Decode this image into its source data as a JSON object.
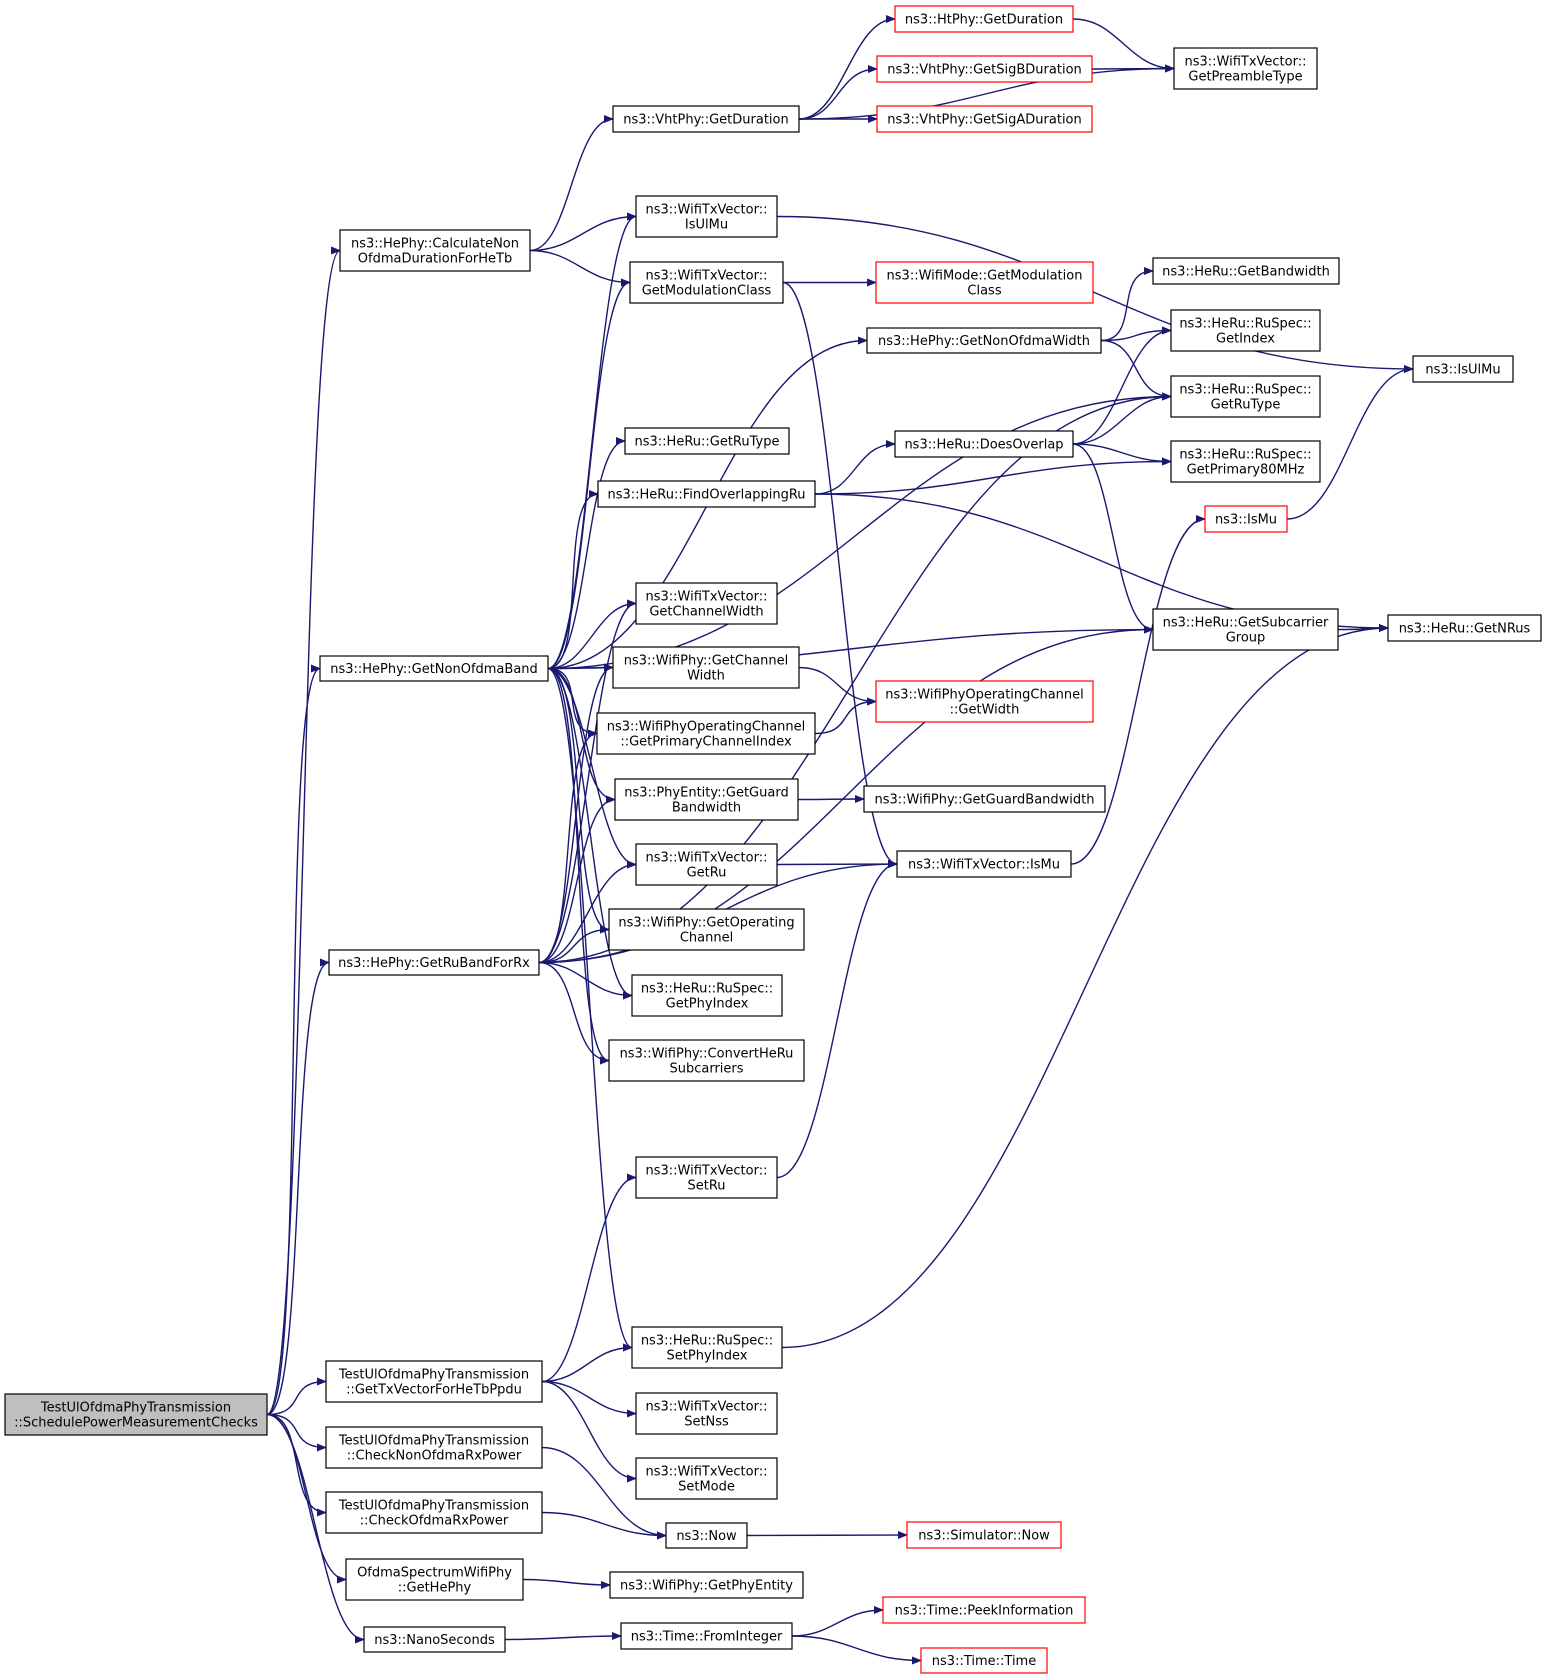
{
  "graph": {
    "nodes": [
      {
        "id": "root",
        "lines": [
          "TestUlOfdmaPhyTransmission",
          "::SchedulePowerMeasurementChecks"
        ],
        "style": "root"
      },
      {
        "id": "calcNonOfdma",
        "lines": [
          "ns3::HePhy::CalculateNon",
          "OfdmaDurationForHeTb"
        ],
        "style": "normal"
      },
      {
        "id": "getNonOfdmaBand",
        "lines": [
          "ns3::HePhy::GetNonOfdmaBand"
        ],
        "style": "normal"
      },
      {
        "id": "getRuBandForRx",
        "lines": [
          "ns3::HePhy::GetRuBandForRx"
        ],
        "style": "normal"
      },
      {
        "id": "getTxVectorForHeTbPpdu",
        "lines": [
          "TestUlOfdmaPhyTransmission",
          "::GetTxVectorForHeTbPpdu"
        ],
        "style": "normal"
      },
      {
        "id": "checkNonOfdmaRxPower",
        "lines": [
          "TestUlOfdmaPhyTransmission",
          "::CheckNonOfdmaRxPower"
        ],
        "style": "normal"
      },
      {
        "id": "checkOfdmaRxPower",
        "lines": [
          "TestUlOfdmaPhyTransmission",
          "::CheckOfdmaRxPower"
        ],
        "style": "normal"
      },
      {
        "id": "getHePhy",
        "lines": [
          "OfdmaSpectrumWifiPhy",
          "::GetHePhy"
        ],
        "style": "normal"
      },
      {
        "id": "nanoSeconds",
        "lines": [
          "ns3::NanoSeconds"
        ],
        "style": "normal"
      },
      {
        "id": "vhtGetDuration",
        "lines": [
          "ns3::VhtPhy::GetDuration"
        ],
        "style": "normal"
      },
      {
        "id": "txvIsUlMu",
        "lines": [
          "ns3::WifiTxVector::",
          "IsUlMu"
        ],
        "style": "normal"
      },
      {
        "id": "txvGetModClass",
        "lines": [
          "ns3::WifiTxVector::",
          "GetModulationClass"
        ],
        "style": "normal"
      },
      {
        "id": "getNonOfdmaWidth",
        "lines": [
          "ns3::HePhy::GetNonOfdmaWidth"
        ],
        "style": "normal"
      },
      {
        "id": "heRuGetRuType",
        "lines": [
          "ns3::HeRu::GetRuType"
        ],
        "style": "normal"
      },
      {
        "id": "findOverlappingRu",
        "lines": [
          "ns3::HeRu::FindOverlappingRu"
        ],
        "style": "normal"
      },
      {
        "id": "txvGetChannelWidth",
        "lines": [
          "ns3::WifiTxVector::",
          "GetChannelWidth"
        ],
        "style": "normal"
      },
      {
        "id": "phyGetChannelWidth",
        "lines": [
          "ns3::WifiPhy::GetChannel",
          "Width"
        ],
        "style": "normal"
      },
      {
        "id": "getPrimaryChannelIndex",
        "lines": [
          "ns3::WifiPhyOperatingChannel",
          "::GetPrimaryChannelIndex"
        ],
        "style": "normal"
      },
      {
        "id": "getGuardBandwidth",
        "lines": [
          "ns3::PhyEntity::GetGuard",
          "Bandwidth"
        ],
        "style": "normal"
      },
      {
        "id": "txvGetRu",
        "lines": [
          "ns3::WifiTxVector::",
          "GetRu"
        ],
        "style": "normal"
      },
      {
        "id": "getOperatingChannel",
        "lines": [
          "ns3::WifiPhy::GetOperating",
          "Channel"
        ],
        "style": "normal"
      },
      {
        "id": "ruSpecGetPhyIndex",
        "lines": [
          "ns3::HeRu::RuSpec::",
          "GetPhyIndex"
        ],
        "style": "normal"
      },
      {
        "id": "convertHeRuSubcarriers",
        "lines": [
          "ns3::WifiPhy::ConvertHeRu",
          "Subcarriers"
        ],
        "style": "normal"
      },
      {
        "id": "txvSetRu",
        "lines": [
          "ns3::WifiTxVector::",
          "SetRu"
        ],
        "style": "normal"
      },
      {
        "id": "ruSpecSetPhyIndex",
        "lines": [
          "ns3::HeRu::RuSpec::",
          "SetPhyIndex"
        ],
        "style": "normal"
      },
      {
        "id": "txvSetNss",
        "lines": [
          "ns3::WifiTxVector::",
          "SetNss"
        ],
        "style": "normal"
      },
      {
        "id": "txvSetMode",
        "lines": [
          "ns3::WifiTxVector::",
          "SetMode"
        ],
        "style": "normal"
      },
      {
        "id": "now",
        "lines": [
          "ns3::Now"
        ],
        "style": "normal"
      },
      {
        "id": "getPhyEntity",
        "lines": [
          "ns3::WifiPhy::GetPhyEntity"
        ],
        "style": "normal"
      },
      {
        "id": "fromInteger",
        "lines": [
          "ns3::Time::FromInteger"
        ],
        "style": "normal"
      },
      {
        "id": "htGetDuration",
        "lines": [
          "ns3::HtPhy::GetDuration"
        ],
        "style": "truncated"
      },
      {
        "id": "vhtGetSigBDuration",
        "lines": [
          "ns3::VhtPhy::GetSigBDuration"
        ],
        "style": "truncated"
      },
      {
        "id": "vhtGetSigADuration",
        "lines": [
          "ns3::VhtPhy::GetSigADuration"
        ],
        "style": "truncated"
      },
      {
        "id": "modeGetModClass",
        "lines": [
          "ns3::WifiMode::GetModulation",
          "Class"
        ],
        "style": "truncated"
      },
      {
        "id": "heRuGetBandwidth",
        "lines": [
          "ns3::HeRu::GetBandwidth"
        ],
        "style": "normal"
      },
      {
        "id": "doesOverlap",
        "lines": [
          "ns3::HeRu::DoesOverlap"
        ],
        "style": "normal"
      },
      {
        "id": "isMu",
        "lines": [
          "ns3::IsMu"
        ],
        "style": "truncated"
      },
      {
        "id": "getSubcarrierGroup",
        "lines": [
          "ns3::HeRu::GetSubcarrier",
          "Group"
        ],
        "style": "normal"
      },
      {
        "id": "opChGetWidth",
        "lines": [
          "ns3::WifiPhyOperatingChannel",
          "::GetWidth"
        ],
        "style": "truncated"
      },
      {
        "id": "phyGetGuardBandwidth",
        "lines": [
          "ns3::WifiPhy::GetGuardBandwidth"
        ],
        "style": "normal"
      },
      {
        "id": "txvIsMu",
        "lines": [
          "ns3::WifiTxVector::IsMu"
        ],
        "style": "normal"
      },
      {
        "id": "simNow",
        "lines": [
          "ns3::Simulator::Now"
        ],
        "style": "truncated"
      },
      {
        "id": "peekInformation",
        "lines": [
          "ns3::Time::PeekInformation"
        ],
        "style": "truncated"
      },
      {
        "id": "timeTime",
        "lines": [
          "ns3::Time::Time"
        ],
        "style": "truncated"
      },
      {
        "id": "txvGetPreambleType",
        "lines": [
          "ns3::WifiTxVector::",
          "GetPreambleType"
        ],
        "style": "normal"
      },
      {
        "id": "ruSpecGetIndex",
        "lines": [
          "ns3::HeRu::RuSpec::",
          "GetIndex"
        ],
        "style": "normal"
      },
      {
        "id": "ruSpecGetRuType",
        "lines": [
          "ns3::HeRu::RuSpec::",
          "GetRuType"
        ],
        "style": "normal"
      },
      {
        "id": "ruSpecGetPrimary80MHz",
        "lines": [
          "ns3::HeRu::RuSpec::",
          "GetPrimary80MHz"
        ],
        "style": "normal"
      },
      {
        "id": "heRuGetNRus",
        "lines": [
          "ns3::HeRu::GetNRus"
        ],
        "style": "normal"
      },
      {
        "id": "isUlMu",
        "lines": [
          "ns3::IsUlMu"
        ],
        "style": "normal"
      }
    ],
    "edges": [
      [
        "root",
        "calcNonOfdma"
      ],
      [
        "root",
        "getNonOfdmaBand"
      ],
      [
        "root",
        "getRuBandForRx"
      ],
      [
        "root",
        "getTxVectorForHeTbPpdu"
      ],
      [
        "root",
        "checkNonOfdmaRxPower"
      ],
      [
        "root",
        "checkOfdmaRxPower"
      ],
      [
        "root",
        "getHePhy"
      ],
      [
        "root",
        "nanoSeconds"
      ],
      [
        "calcNonOfdma",
        "vhtGetDuration"
      ],
      [
        "calcNonOfdma",
        "txvIsUlMu"
      ],
      [
        "calcNonOfdma",
        "txvGetModClass"
      ],
      [
        "vhtGetDuration",
        "htGetDuration"
      ],
      [
        "vhtGetDuration",
        "vhtGetSigBDuration"
      ],
      [
        "vhtGetDuration",
        "vhtGetSigADuration"
      ],
      [
        "vhtGetDuration",
        "txvGetPreambleType"
      ],
      [
        "htGetDuration",
        "txvGetPreambleType"
      ],
      [
        "vhtGetSigBDuration",
        "txvGetPreambleType"
      ],
      [
        "txvIsUlMu",
        "isUlMu"
      ],
      [
        "txvGetModClass",
        "modeGetModClass"
      ],
      [
        "txvGetModClass",
        "txvIsMu"
      ],
      [
        "getNonOfdmaWidth",
        "heRuGetBandwidth"
      ],
      [
        "getNonOfdmaWidth",
        "ruSpecGetIndex"
      ],
      [
        "getNonOfdmaWidth",
        "ruSpecGetRuType"
      ],
      [
        "doesOverlap",
        "ruSpecGetIndex"
      ],
      [
        "doesOverlap",
        "ruSpecGetRuType"
      ],
      [
        "doesOverlap",
        "ruSpecGetPrimary80MHz"
      ],
      [
        "doesOverlap",
        "getSubcarrierGroup"
      ],
      [
        "findOverlappingRu",
        "doesOverlap"
      ],
      [
        "findOverlappingRu",
        "ruSpecGetPrimary80MHz"
      ],
      [
        "findOverlappingRu",
        "heRuGetNRus"
      ],
      [
        "getSubcarrierGroup",
        "heRuGetNRus"
      ],
      [
        "isMu",
        "isUlMu"
      ],
      [
        "txvIsMu",
        "isMu"
      ],
      [
        "phyGetChannelWidth",
        "opChGetWidth"
      ],
      [
        "getPrimaryChannelIndex",
        "opChGetWidth"
      ],
      [
        "getGuardBandwidth",
        "phyGetGuardBandwidth"
      ],
      [
        "txvGetRu",
        "txvIsMu"
      ],
      [
        "getNonOfdmaBand",
        "txvIsUlMu"
      ],
      [
        "getNonOfdmaBand",
        "txvGetModClass"
      ],
      [
        "getNonOfdmaBand",
        "getNonOfdmaWidth"
      ],
      [
        "getNonOfdmaBand",
        "ruSpecGetRuType"
      ],
      [
        "getNonOfdmaBand",
        "heRuGetRuType"
      ],
      [
        "getNonOfdmaBand",
        "findOverlappingRu"
      ],
      [
        "getNonOfdmaBand",
        "getSubcarrierGroup"
      ],
      [
        "getNonOfdmaBand",
        "txvGetChannelWidth"
      ],
      [
        "getNonOfdmaBand",
        "phyGetChannelWidth"
      ],
      [
        "getNonOfdmaBand",
        "getPrimaryChannelIndex"
      ],
      [
        "getNonOfdmaBand",
        "getGuardBandwidth"
      ],
      [
        "getNonOfdmaBand",
        "txvGetRu"
      ],
      [
        "getNonOfdmaBand",
        "getOperatingChannel"
      ],
      [
        "getNonOfdmaBand",
        "ruSpecGetPhyIndex"
      ],
      [
        "getNonOfdmaBand",
        "convertHeRuSubcarriers"
      ],
      [
        "getNonOfdmaBand",
        "ruSpecSetPhyIndex"
      ],
      [
        "getRuBandForRx",
        "txvGetChannelWidth"
      ],
      [
        "getRuBandForRx",
        "phyGetChannelWidth"
      ],
      [
        "getRuBandForRx",
        "getPrimaryChannelIndex"
      ],
      [
        "getRuBandForRx",
        "getGuardBandwidth"
      ],
      [
        "getRuBandForRx",
        "txvGetRu"
      ],
      [
        "getRuBandForRx",
        "getOperatingChannel"
      ],
      [
        "getRuBandForRx",
        "ruSpecGetPhyIndex"
      ],
      [
        "getRuBandForRx",
        "convertHeRuSubcarriers"
      ],
      [
        "getRuBandForRx",
        "txvIsMu"
      ],
      [
        "getRuBandForRx",
        "ruSpecGetRuType"
      ],
      [
        "getRuBandForRx",
        "getSubcarrierGroup"
      ],
      [
        "getTxVectorForHeTbPpdu",
        "txvSetRu"
      ],
      [
        "getTxVectorForHeTbPpdu",
        "ruSpecSetPhyIndex"
      ],
      [
        "getTxVectorForHeTbPpdu",
        "txvSetNss"
      ],
      [
        "getTxVectorForHeTbPpdu",
        "txvSetMode"
      ],
      [
        "txvSetRu",
        "txvIsMu"
      ],
      [
        "ruSpecSetPhyIndex",
        "heRuGetNRus"
      ],
      [
        "checkNonOfdmaRxPower",
        "now"
      ],
      [
        "checkOfdmaRxPower",
        "now"
      ],
      [
        "now",
        "simNow"
      ],
      [
        "getHePhy",
        "getPhyEntity"
      ],
      [
        "nanoSeconds",
        "fromInteger"
      ],
      [
        "fromInteger",
        "peekInformation"
      ],
      [
        "fromInteger",
        "timeTime"
      ]
    ]
  }
}
